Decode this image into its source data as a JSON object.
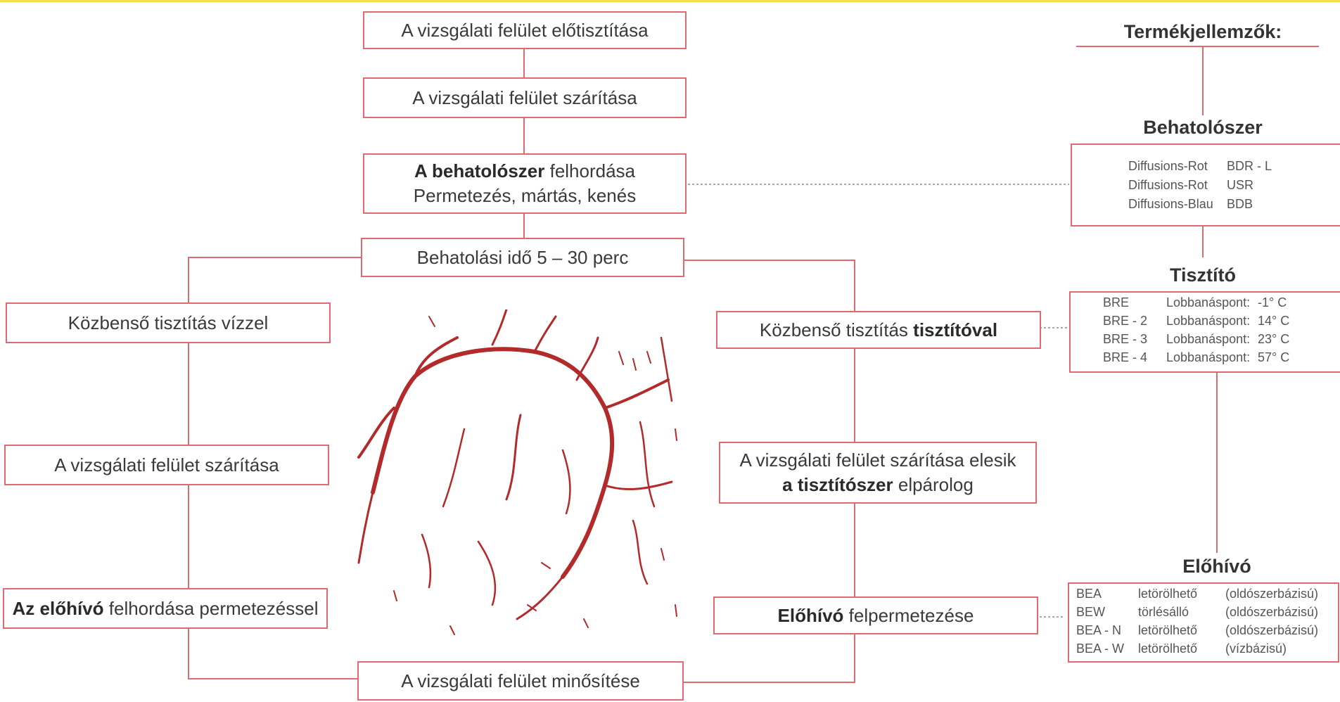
{
  "colors": {
    "border": "#e06a72",
    "accent_bar": "#f4e04a",
    "crack": "#b22a2a"
  },
  "flow": {
    "pre_clean": "A vizsgálati felület előtisztítása",
    "dry": "A vizsgálati felület szárítása",
    "apply_bold": "A behatolószer",
    "apply_rest": " felhordása",
    "apply_line2": "Permetezés, mártás, kenés",
    "dwell": "Behatolási idő 5 – 30 perc",
    "evaluate": "A vizsgálati felület minősítése"
  },
  "left_branch": {
    "water_clean": "Közbenső tisztítás vízzel",
    "dry": "A vizsgálati felület szárítása",
    "dev_bold": "Az előhívó",
    "dev_rest": " felhordása permetezéssel"
  },
  "right_branch": {
    "clean_prefix": "Közbenső tisztítás ",
    "clean_bold": "tisztítóval",
    "dry_line1": "A vizsgálati felület szárítása elesik",
    "dry_bold": "a tisztítószer",
    "dry_rest": " elpárolog",
    "dev_bold": "Előhívó",
    "dev_rest": " felpermetezése"
  },
  "properties": {
    "title": "Termékjellemzők:",
    "penetrant": {
      "heading": "Behatolószer",
      "items": [
        {
          "name": "Diffusions-Rot",
          "code": "BDR - L"
        },
        {
          "name": "Diffusions-Rot",
          "code": "USR"
        },
        {
          "name": "Diffusions-Blau",
          "code": "BDB"
        }
      ]
    },
    "cleaner": {
      "heading": "Tisztító",
      "items": [
        {
          "code": "BRE",
          "label": "Lobbanáspont:",
          "value": "-1° C"
        },
        {
          "code": "BRE - 2",
          "label": "Lobbanáspont:",
          "value": "14° C"
        },
        {
          "code": "BRE - 3",
          "label": "Lobbanáspont:",
          "value": "23° C"
        },
        {
          "code": "BRE - 4",
          "label": "Lobbanáspont:",
          "value": "57° C"
        }
      ]
    },
    "developer": {
      "heading": "Előhívó",
      "items": [
        {
          "code": "BEA",
          "type": "letörölhető",
          "base": "(oldószerbázisú)"
        },
        {
          "code": "BEW",
          "type": "törlésálló",
          "base": "(oldószerbázisú)"
        },
        {
          "code": "BEA - N",
          "type": "letörölhető",
          "base": "(oldószerbázisú)"
        },
        {
          "code": "BEA - W",
          "type": "letörölhető",
          "base": "(vízbázisú)"
        }
      ]
    }
  }
}
